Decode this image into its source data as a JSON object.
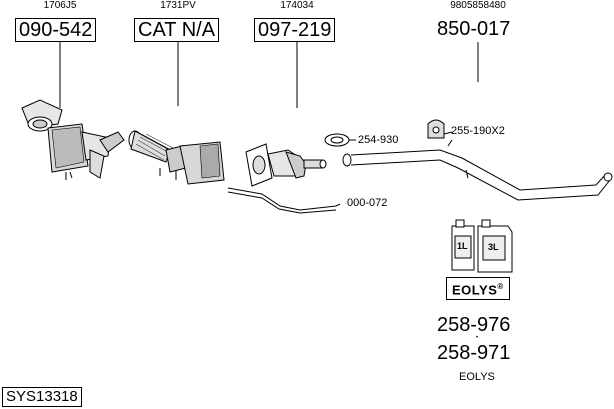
{
  "parts": {
    "p1": {
      "ref": "1706J5",
      "number": "090-542"
    },
    "p2": {
      "ref": "1731PV",
      "number": "CAT N/A"
    },
    "p3": {
      "ref": "174034",
      "number": "097-219"
    },
    "p4": {
      "ref": "9805858480",
      "number": "850-017"
    }
  },
  "labels": {
    "clamp": "254-930",
    "hanger": "255-190X2",
    "bracket": "000-072"
  },
  "fluid": {
    "can_small": "1L",
    "can_large": "3L",
    "brand": "EOLYS",
    "number_1": "258-976",
    "number_2": "258-971",
    "caption": "EOLYS"
  },
  "system_id": "SYS13318"
}
